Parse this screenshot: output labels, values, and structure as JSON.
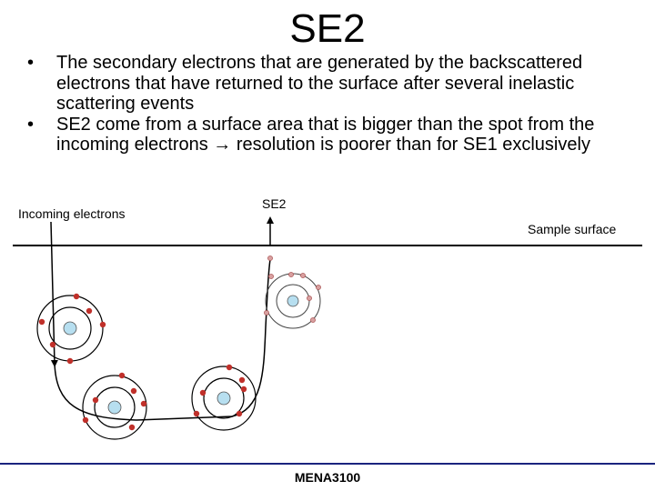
{
  "title": "SE2",
  "bullets": [
    {
      "marker": "•",
      "text": "The secondary electrons that are generated by the backscattered electrons that have returned to the surface after several inelastic scattering events"
    },
    {
      "marker": "•",
      "text": "SE2 come from a surface area that is bigger than the spot from the incoming electrons → resolution is poorer than for SE1 exclusively"
    }
  ],
  "labels": {
    "incoming": "Incoming electrons",
    "se2": "SE2",
    "surface": "Sample surface"
  },
  "footer": "MENA3100",
  "colors": {
    "nucleus": "#b7dff0",
    "electron": "#c0302a",
    "footer_line": "#1a237e"
  }
}
